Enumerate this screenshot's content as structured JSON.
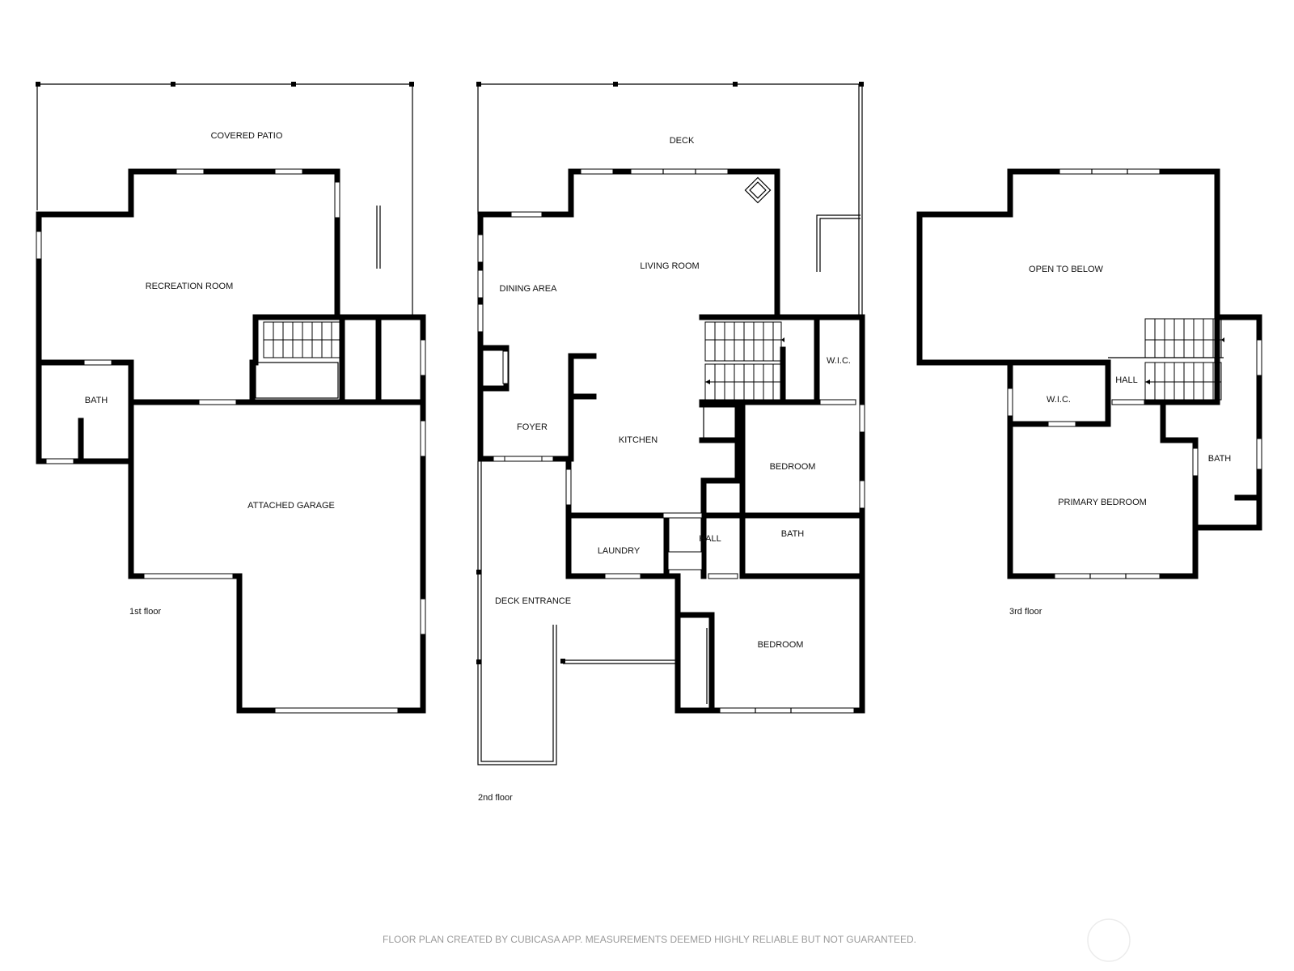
{
  "floor1": {
    "label": "1st floor",
    "rooms": {
      "covered_patio": "COVERED PATIO",
      "recreation_room": "RECREATION ROOM",
      "bath": "BATH",
      "attached_garage": "ATTACHED GARAGE"
    }
  },
  "floor2": {
    "label": "2nd floor",
    "rooms": {
      "deck": "DECK",
      "living_room": "LIVING ROOM",
      "dining_area": "DINING AREA",
      "foyer": "FOYER",
      "kitchen": "KITCHEN",
      "wic": "W.I.C.",
      "bedroom_upper": "BEDROOM",
      "laundry": "LAUNDRY",
      "hall": "HALL",
      "bath": "BATH",
      "deck_entrance": "DECK ENTRANCE",
      "bedroom_lower": "BEDROOM"
    }
  },
  "floor3": {
    "label": "3rd floor",
    "rooms": {
      "open_to_below": "OPEN TO BELOW",
      "wic": "W.I.C.",
      "hall": "HALL",
      "bath": "BATH",
      "primary_bedroom": "PRIMARY BEDROOM"
    }
  },
  "footer": {
    "disclaimer": "FLOOR PLAN CREATED BY CUBICASA APP. MEASUREMENTS DEEMED HIGHLY RELIABLE BUT NOT GUARANTEED."
  },
  "colors": {
    "wall": "#000000",
    "footer_text": "#9a9a9a",
    "background": "#ffffff"
  }
}
